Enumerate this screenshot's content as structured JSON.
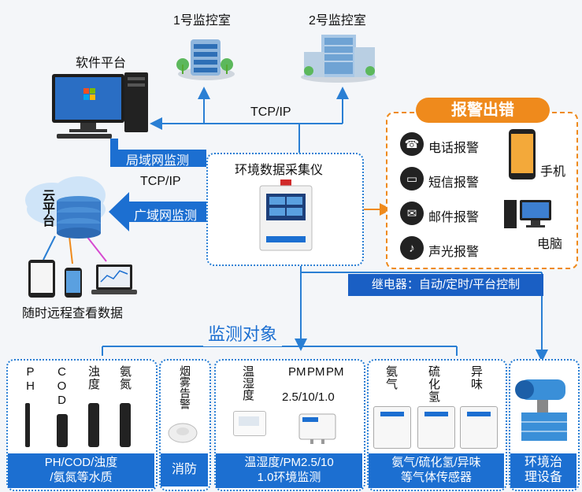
{
  "top": {
    "room1": "1号监控室",
    "room2": "2号监控室",
    "software": "软件平台",
    "tcp_top": "TCP/IP"
  },
  "left": {
    "lan": "局域网监测",
    "tcp_mid": "TCP/IP",
    "wan": "广域网监测",
    "cloud": "云平台",
    "remote": "随时远程查看数据"
  },
  "center": {
    "device_title": "环境数据采集仪",
    "device_label": "环境数据采集仪"
  },
  "alarm": {
    "title": "报警出错",
    "items": [
      "电话报警",
      "短信报警",
      "邮件报警",
      "声光报警"
    ],
    "phone": "手机",
    "pc": "电脑"
  },
  "relay": "继电器：自动/定时/平台控制",
  "monitor_title": "监测对象",
  "groups": [
    {
      "labels": [
        "PH",
        "COD",
        "浊度",
        "氨氮"
      ],
      "footer": [
        "PH/COD/浊度",
        "/氨氮等水质"
      ]
    },
    {
      "labels": [
        "烟雾告警"
      ],
      "footer": [
        "消防"
      ]
    },
    {
      "labels": [
        "温湿度",
        "PM2.5/10/1.0"
      ],
      "footer": [
        "温湿度/PM2.5/10",
        "1.0环境监测"
      ]
    },
    {
      "labels": [
        "氨气",
        "硫化氢",
        "异味"
      ],
      "footer": [
        "氨气/硫化氢/异味",
        "等气体传感器"
      ]
    },
    {
      "labels": [],
      "footer": [
        "环境治",
        "理设备"
      ]
    }
  ],
  "pm_labels": [
    "PM",
    "PM",
    "PM"
  ],
  "pm_values": "2.5/10/1.0",
  "colors": {
    "blue": "#1c6fd1",
    "orange": "#ef8a1c",
    "navy": "#1a5fc4"
  }
}
